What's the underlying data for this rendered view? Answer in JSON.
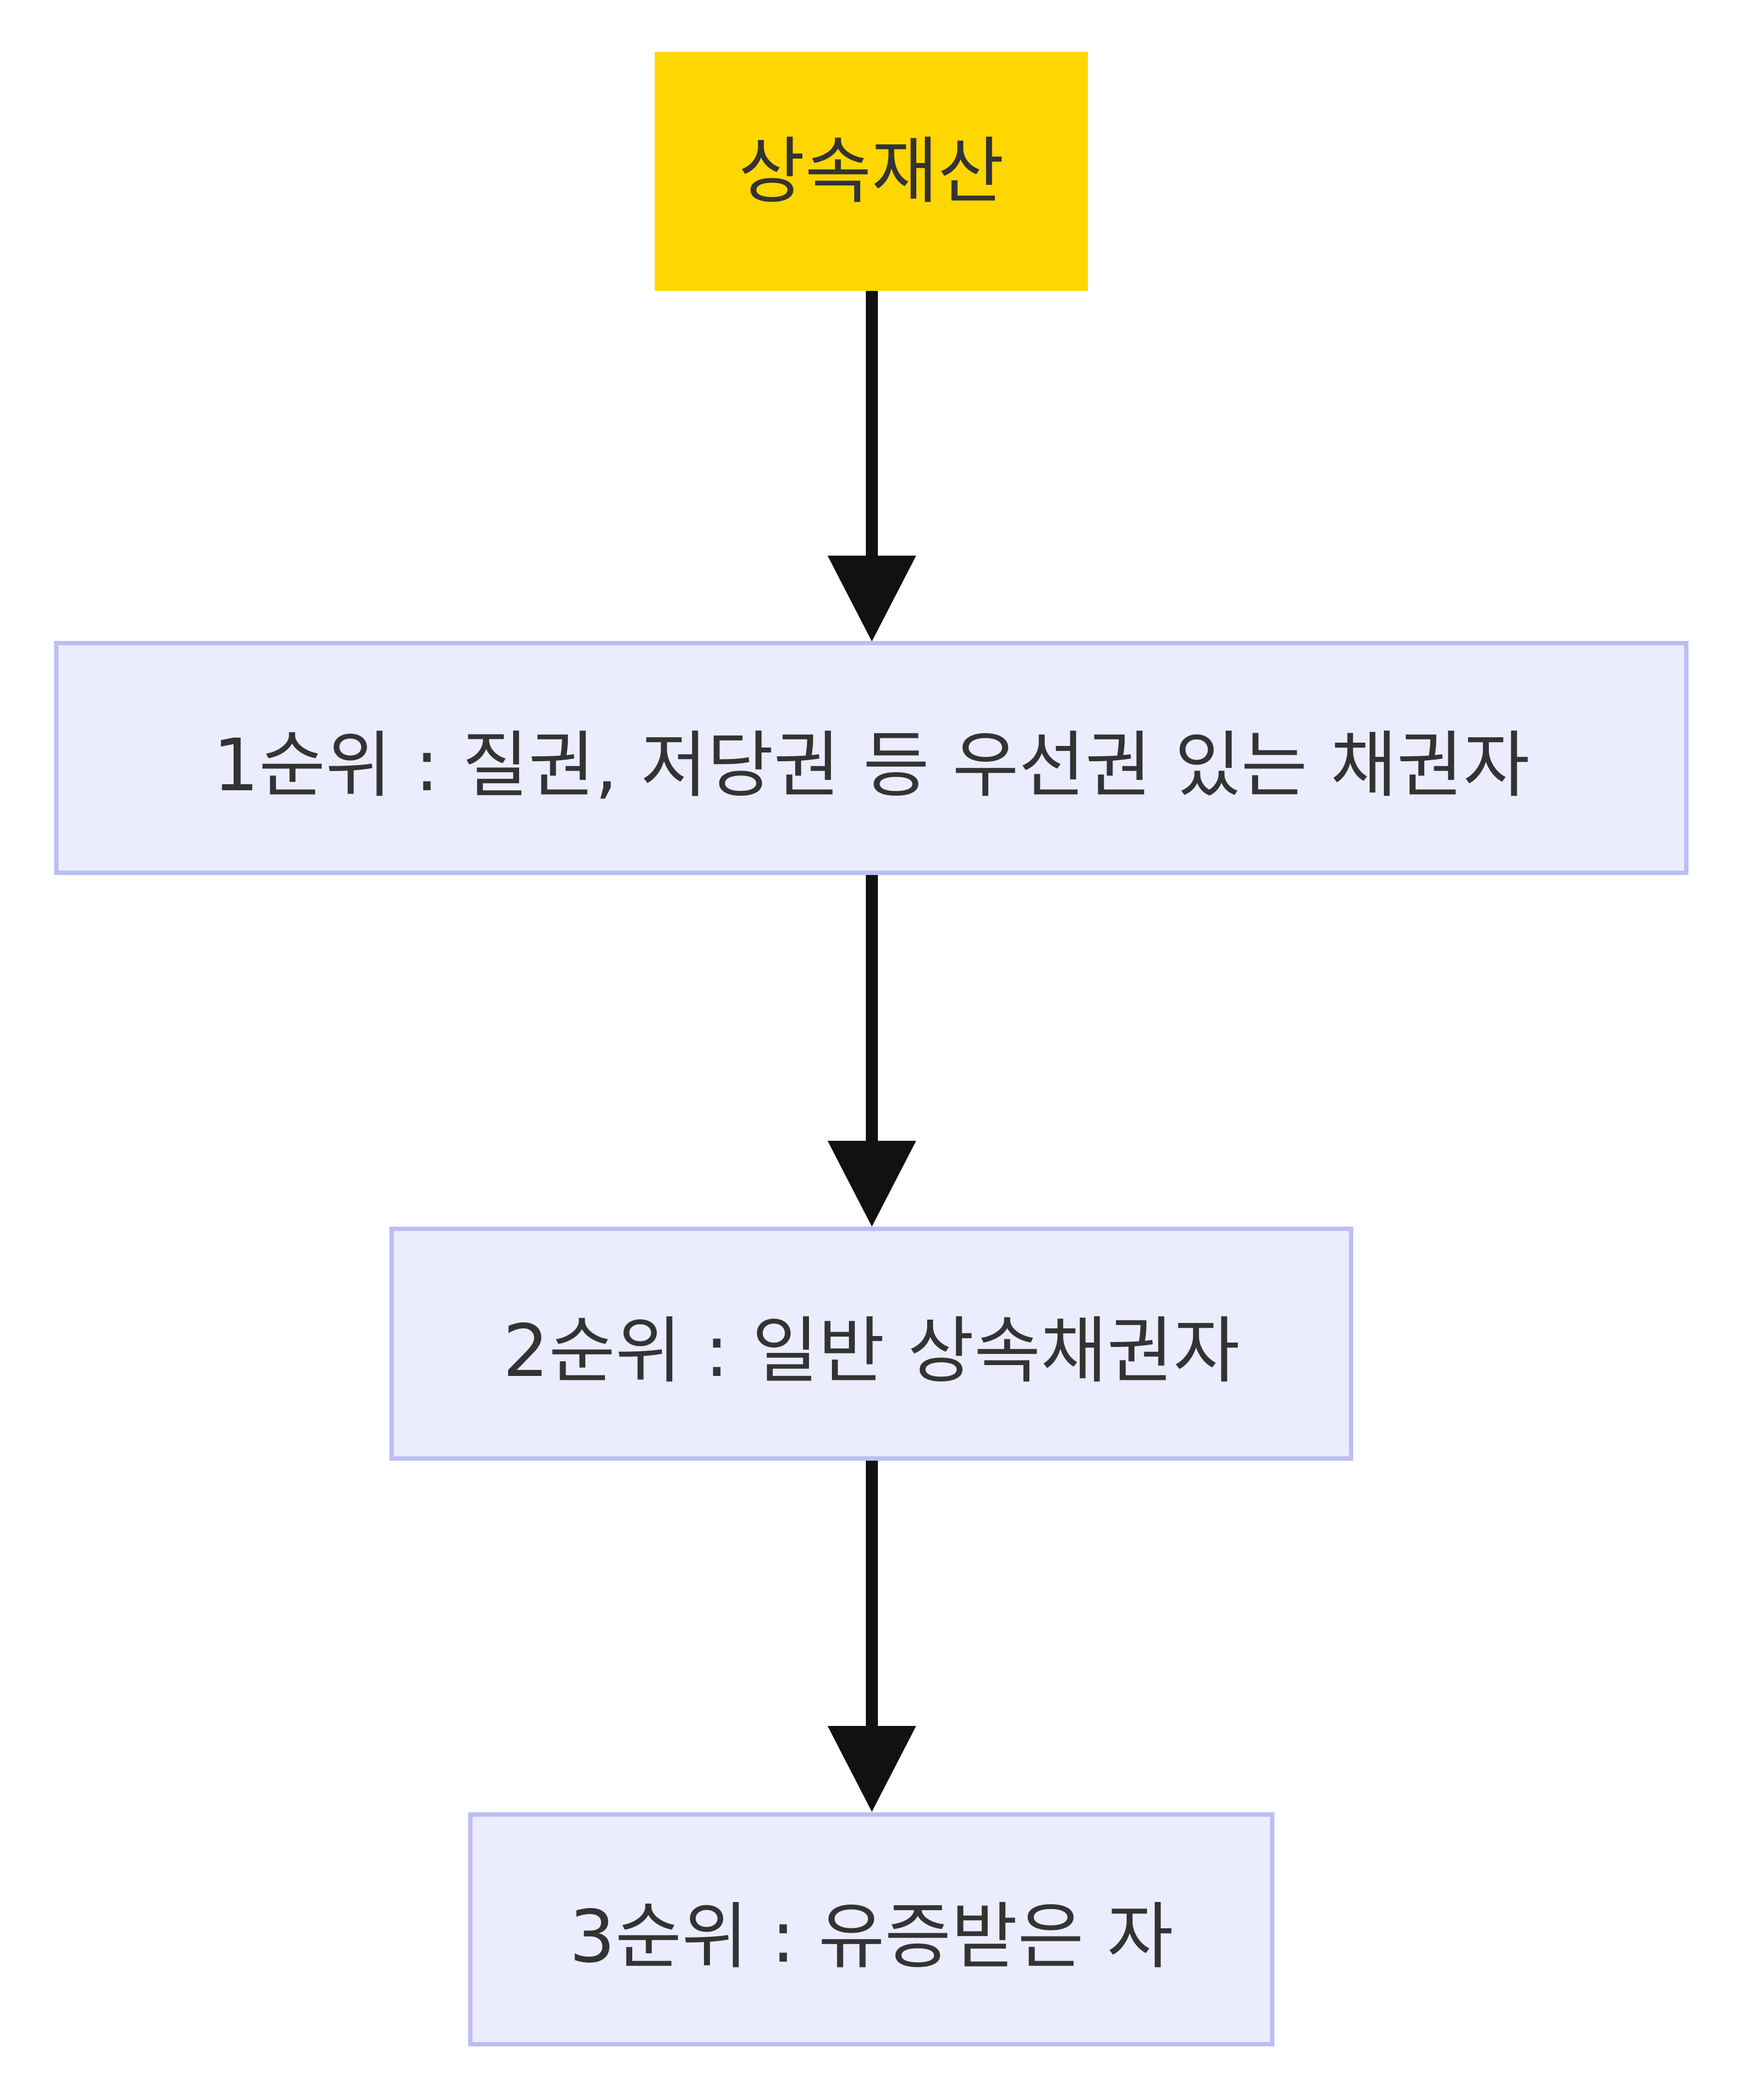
{
  "diagram": {
    "type": "flowchart",
    "direction": "top-to-bottom",
    "nodes": [
      {
        "id": "estate",
        "label": "상속재산",
        "fill": "#FFD700",
        "stroke": "#FFD700"
      },
      {
        "id": "rank1",
        "label": "1순위 : 질권, 저당권 등 우선권 있는 채권자",
        "fill": "#ECECFF",
        "stroke": "#BDBDF5"
      },
      {
        "id": "rank2",
        "label": "2순위 : 일반 상속채권자",
        "fill": "#ECECFF",
        "stroke": "#BDBDF5"
      },
      {
        "id": "rank3",
        "label": "3순위 : 유증받은 자",
        "fill": "#ECECFF",
        "stroke": "#BDBDF5"
      }
    ],
    "edges": [
      {
        "from": "estate",
        "to": "rank1"
      },
      {
        "from": "rank1",
        "to": "rank2"
      },
      {
        "from": "rank2",
        "to": "rank3"
      }
    ],
    "colors": {
      "text": "#333333",
      "edge": "#111111"
    }
  }
}
